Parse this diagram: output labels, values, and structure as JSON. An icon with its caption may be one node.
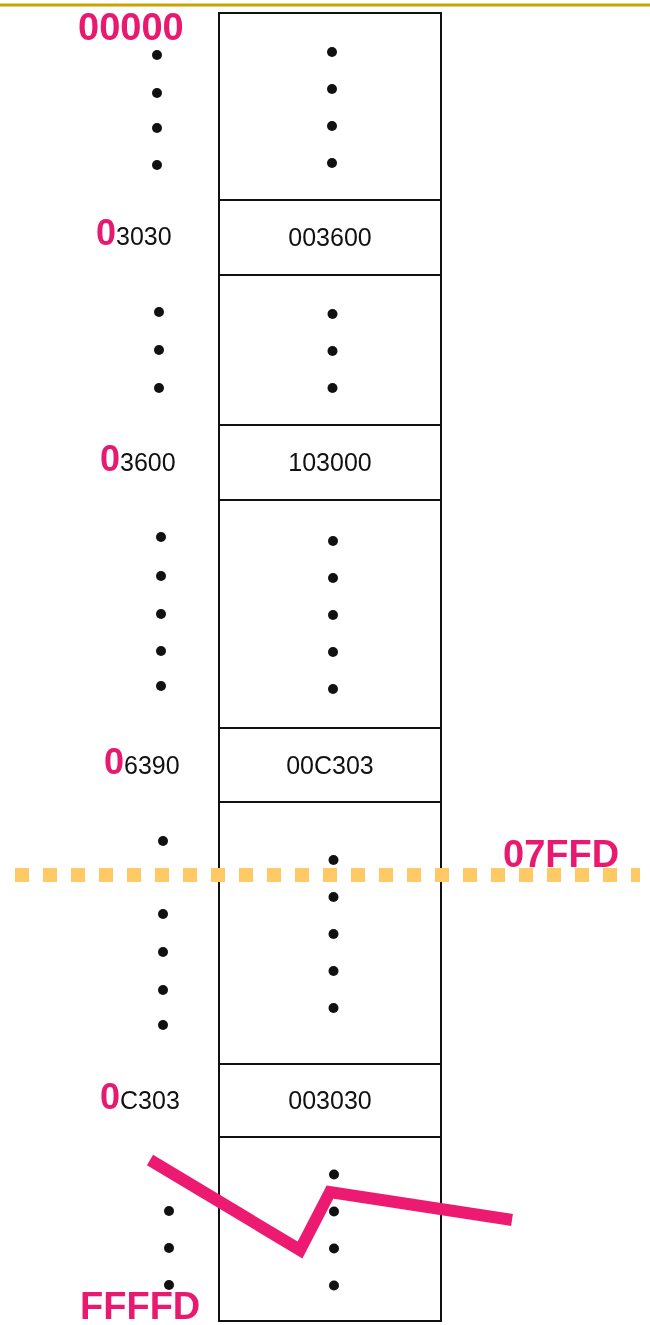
{
  "diagram": {
    "nodes": [
      {
        "text": [],
        "shape": "box"
      },
      {
        "text": [
          "003600"
        ]
      },
      {
        "text": [],
        "shape": "box"
      },
      {
        "text": [
          "103000"
        ]
      },
      {
        "text": [],
        "shape": "box"
      },
      {
        "text": [
          "00C303"
        ]
      },
      {
        "text": [],
        "shape": "box"
      },
      {
        "text": [
          "003030"
        ]
      },
      {
        "text": [],
        "shape": "box"
      }
    ],
    "edges": [],
    "labels": [
      "00000",
      "03030",
      "03600",
      "06390",
      "07FFD",
      "0C303",
      "FFFFD"
    ]
  }
}
